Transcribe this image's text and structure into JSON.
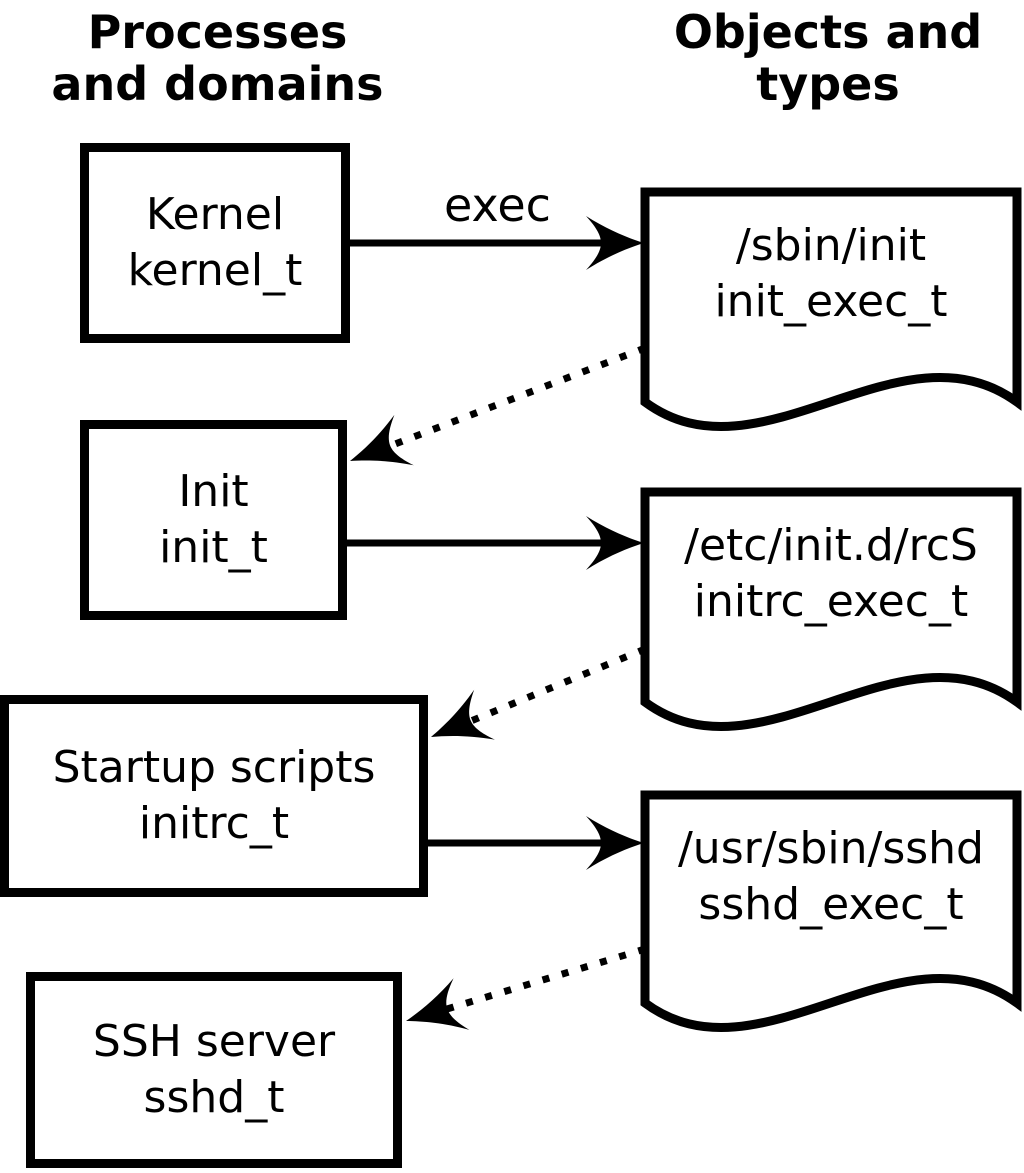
{
  "diagram": {
    "columns": {
      "processes": {
        "line1": "Processes",
        "line2": "and domains"
      },
      "objects": {
        "line1": "Objects and",
        "line2": "types"
      }
    },
    "process_nodes": [
      {
        "label": "Kernel",
        "domain": "kernel_t"
      },
      {
        "label": "Init",
        "domain": "init_t"
      },
      {
        "label": "Startup scripts",
        "domain": "initrc_t"
      },
      {
        "label": "SSH server",
        "domain": "sshd_t"
      }
    ],
    "object_nodes": [
      {
        "path": "/sbin/init",
        "type": "init_exec_t"
      },
      {
        "path": "/etc/init.d/rcS",
        "type": "initrc_exec_t"
      },
      {
        "path": "/usr/sbin/sshd",
        "type": "sshd_exec_t"
      }
    ],
    "arrow_labels": {
      "exec": "exec"
    },
    "colors": {
      "ink": "#000000",
      "paper": "#ffffff"
    }
  }
}
